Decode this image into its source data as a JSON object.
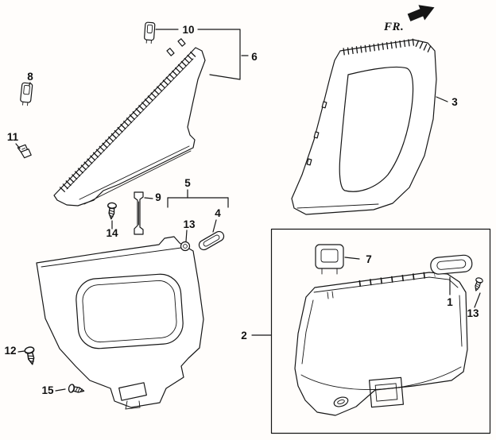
{
  "figure": {
    "fr_label": "FR.",
    "callouts": {
      "n1": "1",
      "n2": "2",
      "n3": "3",
      "n4": "4",
      "n5": "5",
      "n6": "6",
      "n7": "7",
      "n8": "8",
      "n9": "9",
      "n10": "10",
      "n11": "11",
      "n12": "12",
      "n13a": "13",
      "n13b": "13",
      "n14": "14",
      "n15": "15"
    }
  }
}
